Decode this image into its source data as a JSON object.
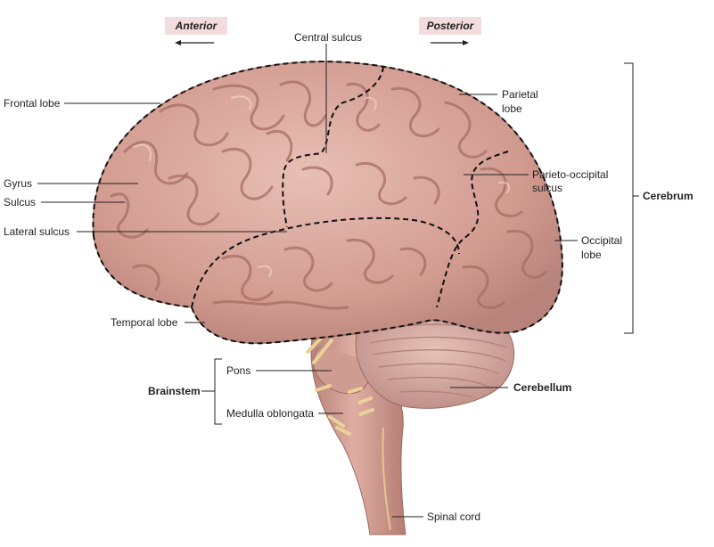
{
  "directions": {
    "anterior": "Anterior",
    "posterior": "Posterior"
  },
  "labels": {
    "central_sulcus": "Central sulcus",
    "frontal_lobe": "Frontal lobe",
    "parietal_lobe_line1": "Parietal",
    "parietal_lobe_line2": "lobe",
    "parieto_occipital_line1": "Parieto-occipital",
    "parieto_occipital_line2": "sulcus",
    "gyrus": "Gyrus",
    "sulcus": "Sulcus",
    "lateral_sulcus": "Lateral sulcus",
    "occipital_lobe_line1": "Occipital",
    "occipital_lobe_line2": "lobe",
    "temporal_lobe": "Temporal lobe",
    "pons": "Pons",
    "medulla_oblongata": "Medulla oblongata",
    "cerebellum": "Cerebellum",
    "spinal_cord": "Spinal cord"
  },
  "groups": {
    "cerebrum": "Cerebrum",
    "brainstem": "Brainstem"
  },
  "colors": {
    "cortex": "#d9a59a",
    "cortex_shadow": "#b47f74",
    "cerebellum": "#d8aba0",
    "brainstem": "#c99387",
    "direction_tag": "#f3dcdd"
  }
}
